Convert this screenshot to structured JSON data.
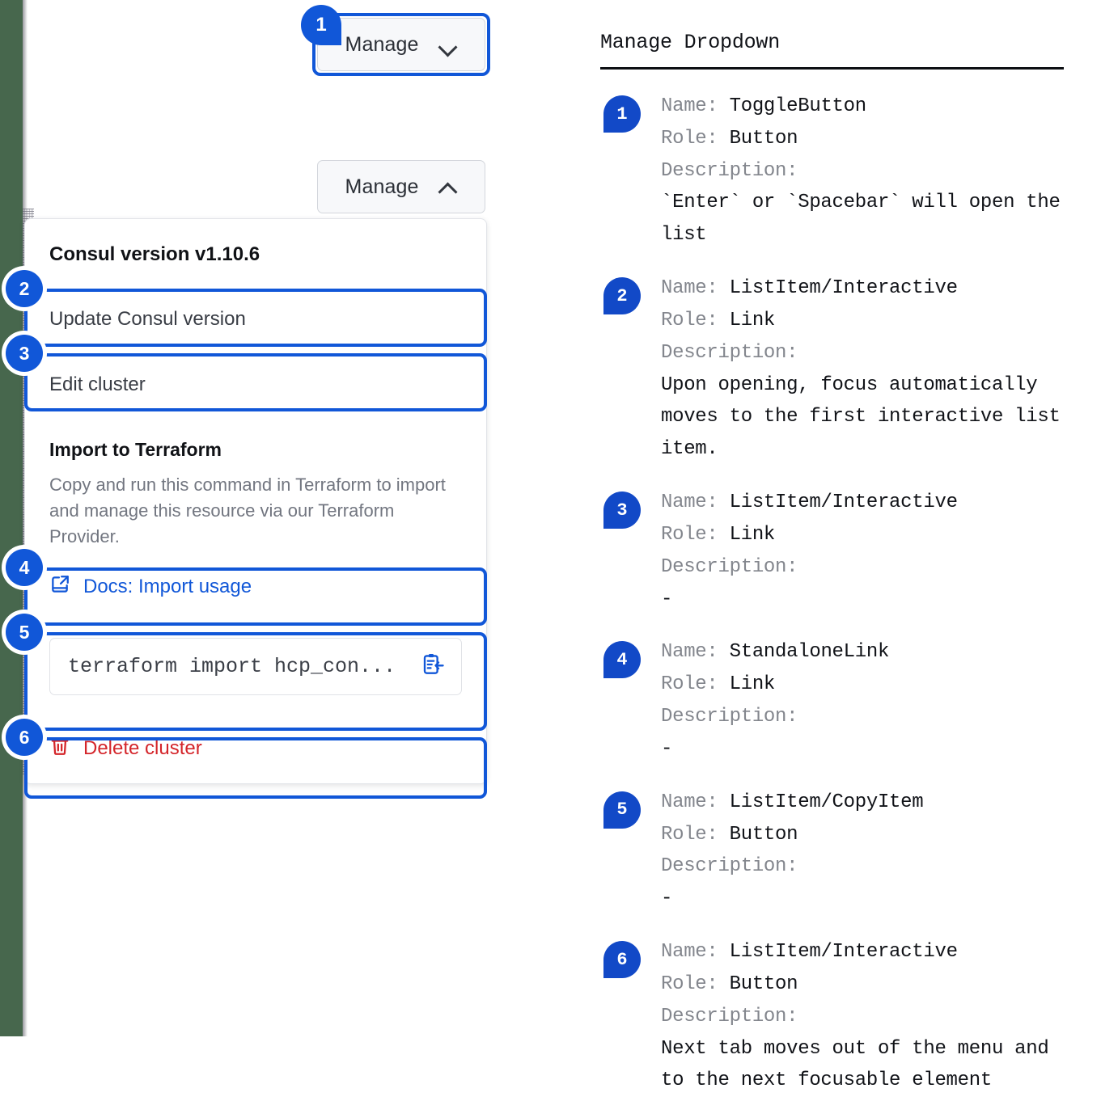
{
  "left": {
    "toggle_collapsed": {
      "label": "Manage",
      "icon": "chevron-down-icon",
      "badge": "1"
    },
    "toggle_expanded": {
      "label": "Manage",
      "icon": "chevron-up-icon"
    },
    "dropdown": {
      "version_heading": "Consul version v1.10.6",
      "items": [
        {
          "badge": "2",
          "label": "Update Consul version"
        },
        {
          "badge": "3",
          "label": "Edit cluster"
        }
      ],
      "terraform": {
        "title": "Import to Terraform",
        "description": "Copy and run this command in Terraform to import and manage this resource via our Terraform Provider.",
        "docs_link": {
          "badge": "4",
          "label": "Docs: Import usage",
          "icon": "external-link-doc-icon"
        },
        "copy_row": {
          "badge": "5",
          "command": "terraform import hcp_con...",
          "icon": "copy-clipboard-icon"
        }
      },
      "delete": {
        "badge": "6",
        "label": "Delete cluster",
        "icon": "trash-icon"
      }
    }
  },
  "right": {
    "title": "Manage Dropdown",
    "labels": {
      "name": "Name:",
      "role": "Role:",
      "description": "Description:"
    },
    "entries": [
      {
        "badge": "1",
        "name": "ToggleButton",
        "role": "Button",
        "description": "`Enter` or `Spacebar` will open the list"
      },
      {
        "badge": "2",
        "name": "ListItem/Interactive",
        "role": "Link",
        "description": "Upon opening, focus automatically moves to the first interactive list item."
      },
      {
        "badge": "3",
        "name": "ListItem/Interactive",
        "role": "Link",
        "description": "-"
      },
      {
        "badge": "4",
        "name": "StandaloneLink",
        "role": "Link",
        "description": "-"
      },
      {
        "badge": "5",
        "name": "ListItem/CopyItem",
        "role": "Button",
        "description": "-"
      },
      {
        "badge": "6",
        "name": "ListItem/Interactive",
        "role": "Button",
        "description": "Next tab moves out of the menu and to the next focusable element"
      }
    ]
  },
  "colors": {
    "accent_blue": "#1157d8",
    "badge_blue": "#1249c7",
    "danger_red": "#d4252a",
    "edge_strip_green": "#47674D",
    "muted_text": "#727680"
  }
}
